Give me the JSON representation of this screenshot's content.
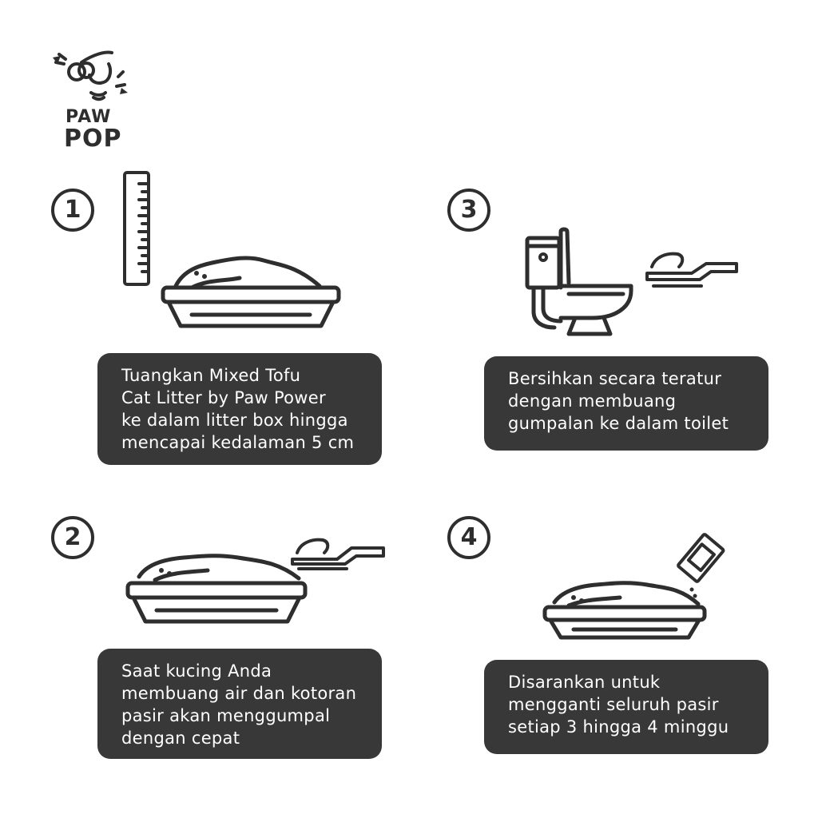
{
  "logo": {
    "line1": "PAW",
    "line2": "POP"
  },
  "steps": [
    {
      "number": "1",
      "lines": [
        "Tuangkan Mixed Tofu",
        "Cat Litter by Paw Power",
        "ke dalam litter box hingga",
        "mencapai kedalaman 5 cm"
      ]
    },
    {
      "number": "2",
      "lines": [
        "Saat kucing Anda",
        "membuang air dan kotoran",
        "pasir akan menggumpal",
        "dengan cepat"
      ]
    },
    {
      "number": "3",
      "lines": [
        "Bersihkan secara teratur",
        "dengan membuang",
        "gumpalan ke dalam toilet"
      ]
    },
    {
      "number": "4",
      "lines": [
        "Disarankan untuk",
        "mengganti seluruh pasir",
        "setiap 3 hingga 4 minggu"
      ]
    }
  ]
}
